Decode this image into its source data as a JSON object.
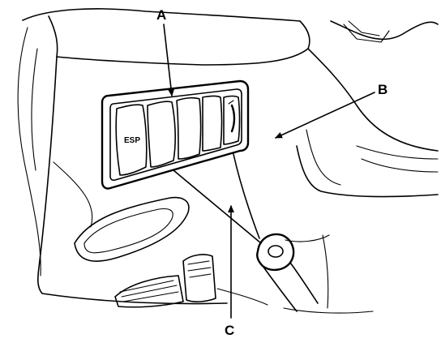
{
  "diagram": {
    "labels": {
      "a": "A",
      "b": "B",
      "c": "C"
    },
    "switch_text": "ESP"
  }
}
